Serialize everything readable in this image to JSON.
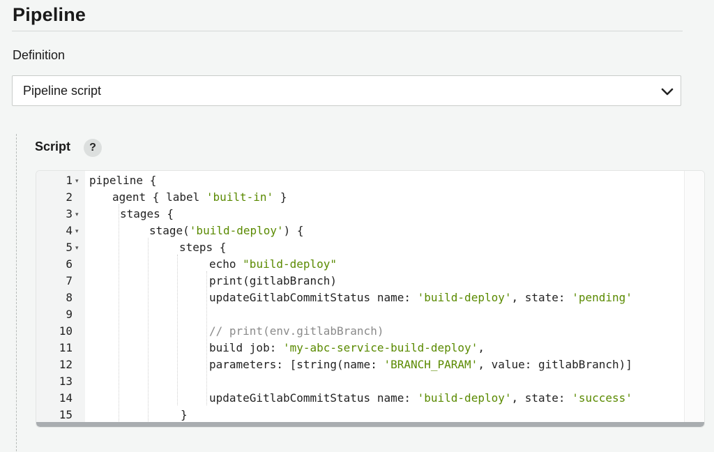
{
  "section": {
    "title": "Pipeline"
  },
  "definition": {
    "label": "Definition",
    "selected": "Pipeline script"
  },
  "script": {
    "label": "Script",
    "help_symbol": "?",
    "lines": [
      {
        "num": "1",
        "fold": true
      },
      {
        "num": "2",
        "fold": false
      },
      {
        "num": "3",
        "fold": true
      },
      {
        "num": "4",
        "fold": true
      },
      {
        "num": "5",
        "fold": true
      },
      {
        "num": "6",
        "fold": false
      },
      {
        "num": "7",
        "fold": false
      },
      {
        "num": "8",
        "fold": false
      },
      {
        "num": "9",
        "fold": false
      },
      {
        "num": "10",
        "fold": false
      },
      {
        "num": "11",
        "fold": false
      },
      {
        "num": "12",
        "fold": false
      },
      {
        "num": "13",
        "fold": false
      },
      {
        "num": "14",
        "fold": false
      },
      {
        "num": "15",
        "fold": false
      }
    ],
    "code": {
      "l1": "pipeline {",
      "l2a": "agent { label ",
      "l2s": "'built-in'",
      "l2b": " }",
      "l3": "stages {",
      "l4a": "stage(",
      "l4s": "'build-deploy'",
      "l4b": ") {",
      "l5": "steps {",
      "l6a": "echo ",
      "l6s": "\"build-deploy\"",
      "l7": "print(gitlabBranch)",
      "l8a": "updateGitlabCommitStatus name: ",
      "l8s1": "'build-deploy'",
      "l8b": ", state: ",
      "l8s2": "'pending'",
      "l10c": "// print(env.gitlabBranch)",
      "l11a": "build job: ",
      "l11s": "'my-abc-service-build-deploy'",
      "l11b": ",",
      "l12a": "parameters: [string(name: ",
      "l12s": "'BRANCH_PARAM'",
      "l12b": ", value: gitlabBranch)]",
      "l14a": "updateGitlabCommitStatus name: ",
      "l14s1": "'build-deploy'",
      "l14b": ", state: ",
      "l14s2": "'success'",
      "l15": "}"
    }
  }
}
